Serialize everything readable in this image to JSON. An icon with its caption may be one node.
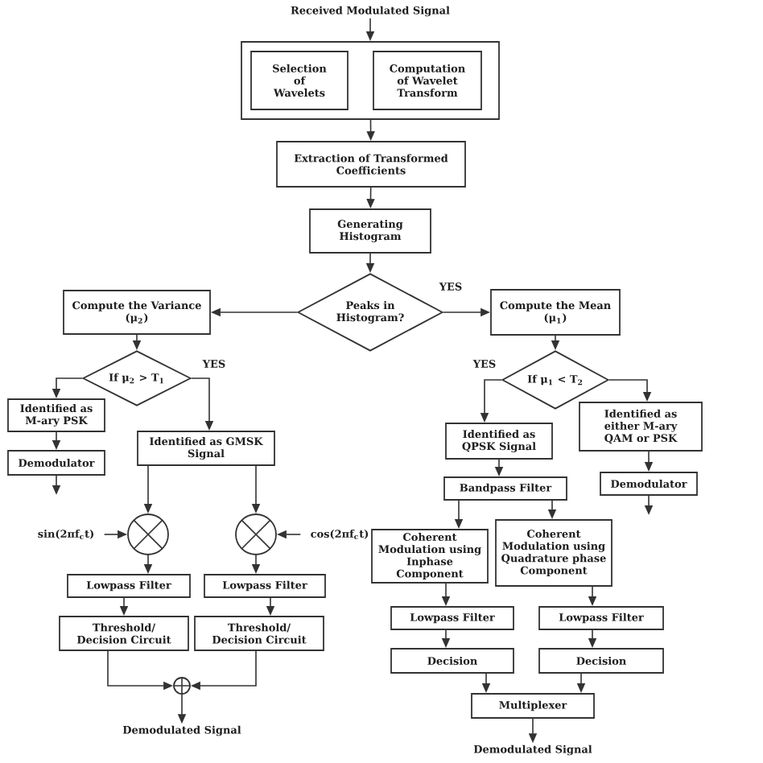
{
  "diagram": {
    "nodes": [
      {
        "text": [
          "Received Modulated Signal"
        ]
      },
      {
        "text": [],
        "shape": "box"
      },
      {
        "text": [
          "Selection of Wavelets"
        ],
        "in": 1
      },
      {
        "text": [
          "Computation of Wavelet Transform"
        ],
        "in": 1
      },
      {
        "text": [
          "Extraction of Transformed Coefficients"
        ]
      },
      {
        "text": [
          "Generating Histogram"
        ]
      },
      {
        "text": [
          "Peaks in Histogram?"
        ]
      },
      {
        "text": [
          "Compute the Variance (μ$_{2}$)"
        ]
      },
      {
        "text": [
          "Compute the Mean (μ$_{1}$)"
        ]
      },
      {
        "text": [
          "If μ$_{2}$ > T$_{1}$"
        ]
      },
      {
        "text": [
          "If μ$_{1}$ < T$_{2}$"
        ]
      },
      {
        "text": [
          "Identified as M-ary PSK"
        ]
      },
      {
        "text": [
          "Identified as GMSK Signal"
        ]
      },
      {
        "text": [
          "Identified as QPSK Signal"
        ]
      },
      {
        "text": [
          "Identified as either M-ary QAM or PSK"
        ]
      },
      {
        "text": [
          "Demodulator"
        ]
      },
      {
        "text": [
          "Demodulator"
        ]
      },
      {
        "text": [
          "Bandpass Filter"
        ]
      },
      {
        "text": [
          "sin(2πf$_{c}$t)"
        ]
      },
      {
        "text": [],
        "shape": "circle"
      },
      {
        "text": [],
        "shape": "circle"
      },
      {
        "text": [
          "cos(2πf$_{c}$t)"
        ]
      },
      {
        "text": [
          "Lowpass Filter"
        ]
      },
      {
        "text": [
          "Lowpass Filter"
        ]
      },
      {
        "text": [
          "Threshold/ Decision Circuit"
        ]
      },
      {
        "text": [
          "Threshold/ Decision Circuit"
        ]
      },
      {
        "text": [],
        "shape": "circle"
      },
      {
        "text": [
          "Demodulated Signal"
        ]
      },
      {
        "text": [
          "Coherent Modulation using Inphase Component"
        ]
      },
      {
        "text": [
          "Coherent Modulation using Quadrature phase Component"
        ]
      },
      {
        "text": [
          "Lowpass Filter"
        ]
      },
      {
        "text": [
          "Lowpass Filter"
        ]
      },
      {
        "text": [
          "Decision"
        ]
      },
      {
        "text": [
          "Decision"
        ]
      },
      {
        "text": [
          "Multiplexer"
        ]
      },
      {
        "text": [
          "Demodulated Signal"
        ]
      }
    ],
    "edges": [
      {
        "from": 0,
        "to": 1,
        "arrow": "to"
      },
      {
        "from": 1,
        "to": 4,
        "arrow": "to"
      },
      {
        "from": 4,
        "to": 5,
        "arrow": "to"
      },
      {
        "from": 5,
        "to": 6,
        "arrow": "to"
      },
      {
        "from": 6,
        "to": 7,
        "arrow": "to"
      },
      {
        "from": 6,
        "to": 8,
        "arrow": "to",
        "label": "YES"
      },
      {
        "from": 7,
        "to": 9,
        "arrow": "to"
      },
      {
        "from": 9,
        "to": 11,
        "arrow": "to"
      },
      {
        "from": 9,
        "to": 12,
        "arrow": "to",
        "label": "YES"
      },
      {
        "from": 11,
        "to": 15,
        "arrow": "to"
      },
      {
        "from": 15,
        "to": null,
        "arrow": "to"
      },
      {
        "from": 12,
        "to": 19,
        "arrow": "to"
      },
      {
        "from": 12,
        "to": 20,
        "arrow": "to"
      },
      {
        "from": 18,
        "to": 19,
        "arrow": "to"
      },
      {
        "from": 21,
        "to": 20,
        "arrow": "to"
      },
      {
        "from": 19,
        "to": 22,
        "arrow": "to"
      },
      {
        "from": 20,
        "to": 23,
        "arrow": "to"
      },
      {
        "from": 22,
        "to": 24,
        "arrow": "to"
      },
      {
        "from": 23,
        "to": 25,
        "arrow": "to"
      },
      {
        "from": 24,
        "to": 26,
        "arrow": "to"
      },
      {
        "from": 25,
        "to": 26,
        "arrow": "to"
      },
      {
        "from": 26,
        "to": 27,
        "arrow": "to"
      },
      {
        "from": 8,
        "to": 10,
        "arrow": "to"
      },
      {
        "from": 10,
        "to": 13,
        "arrow": "to",
        "label": "YES"
      },
      {
        "from": 10,
        "to": 14,
        "arrow": "to"
      },
      {
        "from": 14,
        "to": 16,
        "arrow": "to"
      },
      {
        "from": 16,
        "to": null,
        "arrow": "to"
      },
      {
        "from": 13,
        "to": 17,
        "arrow": "to"
      },
      {
        "from": 17,
        "to": 28,
        "arrow": "to"
      },
      {
        "from": 17,
        "to": 29,
        "arrow": "to"
      },
      {
        "from": 28,
        "to": 30,
        "arrow": "to"
      },
      {
        "from": 29,
        "to": 31,
        "arrow": "to"
      },
      {
        "from": 30,
        "to": 32,
        "arrow": "to"
      },
      {
        "from": 31,
        "to": 33,
        "arrow": "to"
      },
      {
        "from": 32,
        "to": 34,
        "arrow": "to"
      },
      {
        "from": 33,
        "to": 34,
        "arrow": "to"
      },
      {
        "from": 34,
        "to": 35,
        "arrow": "to"
      }
    ]
  }
}
